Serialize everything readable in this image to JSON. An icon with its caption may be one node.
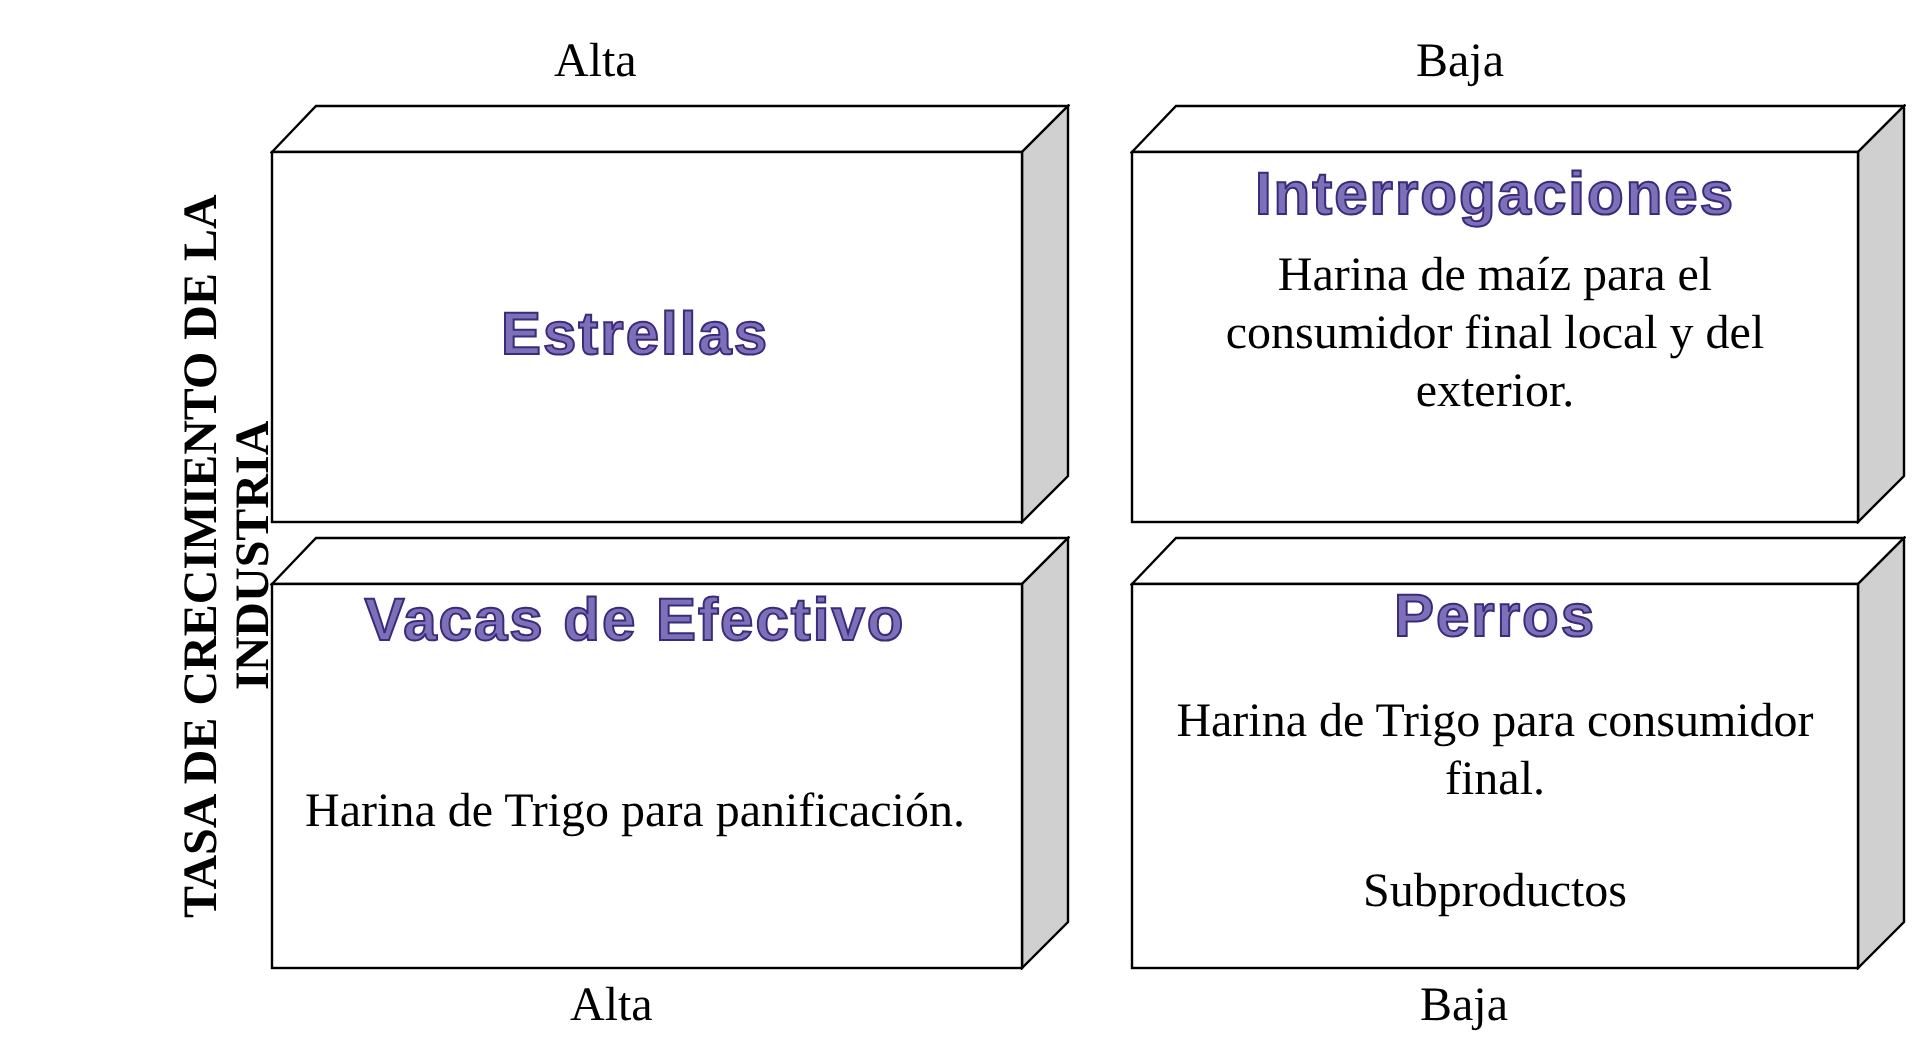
{
  "diagram": {
    "nodes": [
      {
        "text": [
          "Estrellas"
        ]
      },
      {
        "text": [
          "Interrogaciones",
          "Harina de maíz para el consumidor final local y del exterior."
        ]
      },
      {
        "text": [
          "Vacas de Efectivo",
          "Harina de Trigo para panificación."
        ]
      },
      {
        "text": [
          "Perros",
          "Harina de Trigo para consumidor final.",
          "Subproductos"
        ]
      }
    ],
    "labels": [
      "Alta",
      "Baja",
      "TASA DE CRECIMIENTO DE LA INDUSTRIA",
      "Alta",
      "Baja"
    ]
  }
}
